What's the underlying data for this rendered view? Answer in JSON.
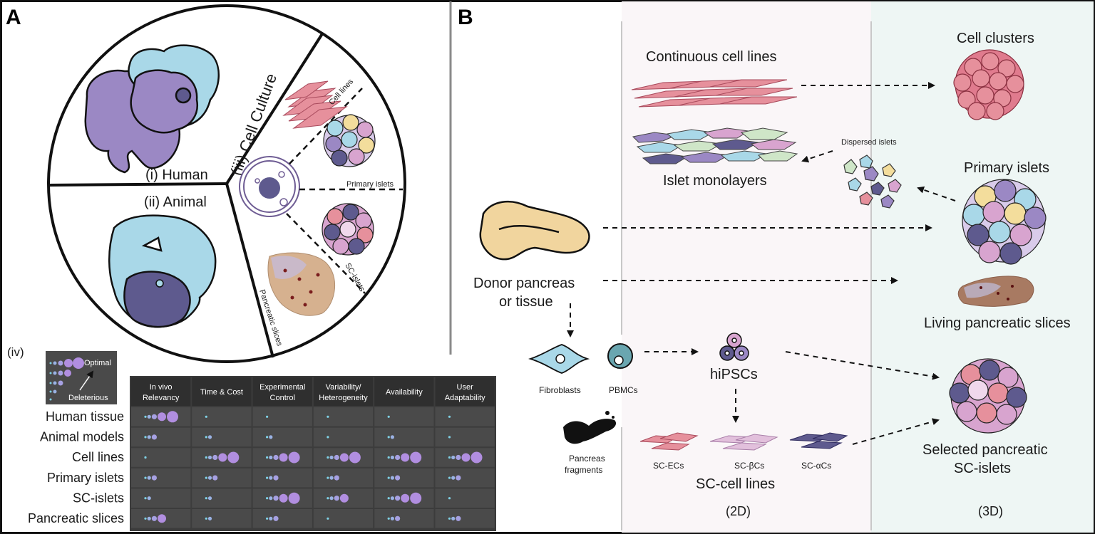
{
  "panel_a": {
    "letter": "A",
    "sector_human": "(i) Human",
    "sector_animal": "(ii) Animal",
    "sector_culture": "(iii) Cell Culture",
    "cell_lines": "Cell lines",
    "primary_islets": "Primary islets",
    "sc_islets": "SC-islets",
    "pancreatic_slices": "Pancreatic slices"
  },
  "legend": {
    "tag": "(iv)",
    "optimal": "Optimal",
    "deleterious": "Deleterious"
  },
  "table": {
    "headers": [
      {
        "l1": "In vivo",
        "l2": "Relevancy"
      },
      {
        "l1": "Time & Cost",
        "l2": ""
      },
      {
        "l1": "Experimental",
        "l2": "Control"
      },
      {
        "l1": "Variability/",
        "l2": "Heterogeneity"
      },
      {
        "l1": "Availability",
        "l2": ""
      },
      {
        "l1": "User",
        "l2": "Adaptability"
      }
    ],
    "rows": [
      {
        "label": "Human tissue",
        "scores": [
          5,
          1,
          1,
          1,
          1,
          1
        ]
      },
      {
        "label": "Animal models",
        "scores": [
          3,
          2,
          2,
          1,
          2,
          1
        ]
      },
      {
        "label": "Cell lines",
        "scores": [
          1,
          5,
          5,
          5,
          5,
          5
        ]
      },
      {
        "label": "Primary islets",
        "scores": [
          3,
          3,
          3,
          3,
          3,
          3
        ]
      },
      {
        "label": "SC-islets",
        "scores": [
          2,
          2,
          5,
          4,
          5,
          1
        ]
      },
      {
        "label": "Pancreatic slices",
        "scores": [
          4,
          2,
          3,
          1,
          3,
          3
        ]
      }
    ],
    "colors": {
      "low": "#7fd2e6",
      "high": "#b18ee0"
    }
  },
  "panel_b": {
    "letter": "B",
    "continuous_cell_lines": "Continuous cell lines",
    "islet_monolayers": "Islet monolayers",
    "dispersed_islets": "Dispersed islets",
    "cell_clusters": "Cell clusters",
    "primary_islets": "Primary islets",
    "donor_line1": "Donor pancreas",
    "donor_line2": "or tissue",
    "living_slices": "Living pancreatic slices",
    "fibroblasts": "Fibroblasts",
    "pbmcs": "PBMCs",
    "hipscs": "hiPSCs",
    "pancreas_fragments_1": "Pancreas",
    "pancreas_fragments_2": "fragments",
    "sc_ecs": "SC-ECs",
    "sc_bcs": "SC-βCs",
    "sc_acs": "SC-αCs",
    "sc_cell_lines": "SC-cell lines",
    "selected_1": "Selected pancreatic",
    "selected_2": "SC-islets",
    "label_2d": "(2D)",
    "label_3d": "(3D)"
  },
  "colors": {
    "purple": "#9b88c4",
    "light_blue": "#a9d8e8",
    "dark_purple": "#5e5a8e",
    "pink": "#d67a8a",
    "bg_2d": "#faf6f8",
    "bg_3d": "#eef6f4"
  }
}
